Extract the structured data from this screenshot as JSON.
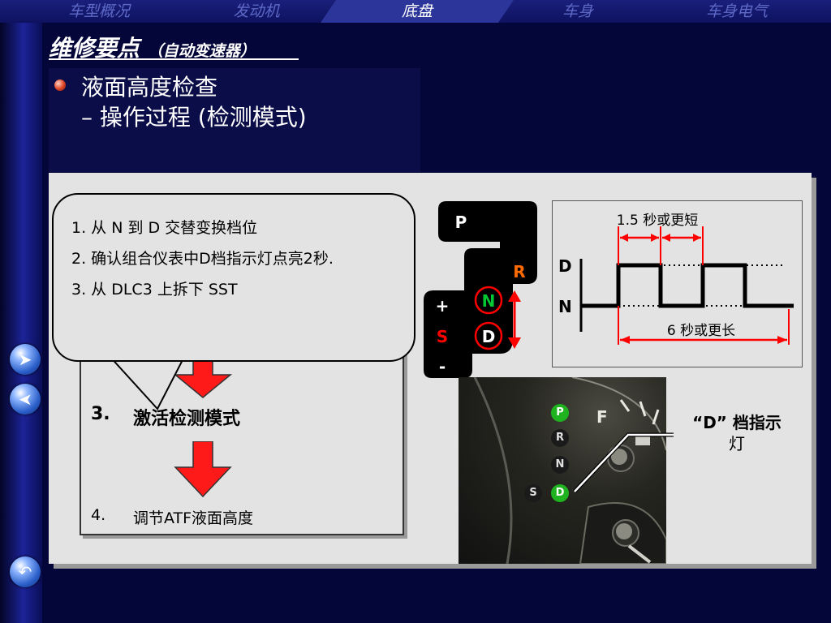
{
  "nav": {
    "tabs": [
      "车型概况",
      "发动机",
      "底盘",
      "车身",
      "车身电气"
    ],
    "active": "底盘"
  },
  "header": {
    "title": "维修要点",
    "subtitle": "（自动变速器）",
    "heading": "液面高度检查",
    "subheading": "– 操作过程 (检测模式)"
  },
  "callout": {
    "items": [
      "1. 从 N 到 D 交替变换档位",
      "2. 确认组合仪表中D档指示灯点亮2秒.",
      "3. 从 DLC3 上拆下 SST"
    ]
  },
  "steps": {
    "step3_num": "3.",
    "step3_text": "激活检测模式",
    "step4_num": "4.",
    "step4_text": "调节ATF液面高度"
  },
  "gear": {
    "p": "P",
    "r": "R",
    "n": "N",
    "d": "D",
    "plus": "+",
    "s": "S",
    "minus": "-"
  },
  "timing": {
    "top_label": "1.5 秒或更短",
    "bottom_label": "6 秒或更长",
    "d_label": "D",
    "n_label": "N"
  },
  "dashboard": {
    "lights": [
      "P",
      "R",
      "N",
      "S",
      "D"
    ],
    "fuel": "F",
    "indicator_label_line1": "“D” 档指示",
    "indicator_label_line2": "灯"
  },
  "colors": {
    "background": "#04063a",
    "accent_red": "#ff0000",
    "gear_green": "#00c832",
    "gear_orange": "#ff6a00"
  }
}
